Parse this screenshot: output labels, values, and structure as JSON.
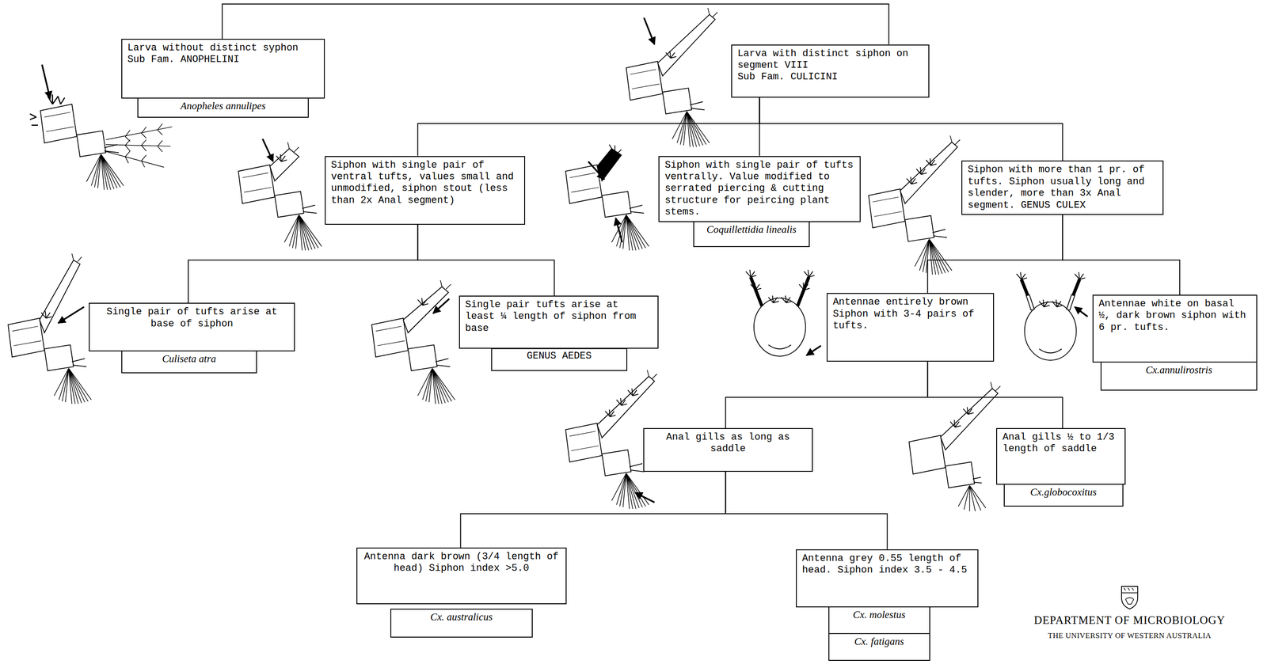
{
  "diagram": {
    "nodes": [
      {
        "text": [
          "Larva without distinct syphon",
          "Sub Fam. ANOPHELINI"
        ]
      },
      {
        "text": [
          "Anopheles annulipes"
        ]
      },
      {
        "text": [
          "Larva with distinct siphon on segment VIII",
          "Sub Fam. CULICINI"
        ]
      },
      {
        "text": [
          "Siphon with single pair of ventral tufts, values small and unmodified, siphon stout (less than 2x Anal segment)"
        ]
      },
      {
        "text": [
          "Siphon with single pair of tufts ventrally. Value modified to serrated piercing & cutting structure for peircing plant stems."
        ]
      },
      {
        "text": [
          "Coquillettidia linealis"
        ]
      },
      {
        "text": [
          "Siphon with more than 1 pr. of tufts. Siphon usually long and slender, more than 3x Anal segment. GENUS CULEX"
        ]
      },
      {
        "text": [
          "Single pair of tufts arise at base of siphon"
        ]
      },
      {
        "text": [
          "Culiseta atra"
        ]
      },
      {
        "text": [
          "Single pair tufts arise at least ¼ length of siphon from base"
        ]
      },
      {
        "text": [
          "GENUS AEDES"
        ]
      },
      {
        "text": [
          "Antennae entirely brown Siphon with 3-4 pairs of tufts."
        ]
      },
      {
        "text": [
          "Antennae white on basal ½, dark brown siphon with 6 pr. tufts."
        ]
      },
      {
        "text": [
          "Cx.annulirostris"
        ]
      },
      {
        "text": [
          "Anal gills as long as saddle"
        ]
      },
      {
        "text": [
          "Anal gills ½ to 1/3 length of saddle"
        ]
      },
      {
        "text": [
          "Cx.globocoxitus"
        ]
      },
      {
        "text": [
          "Antenna dark brown (3/4 length of head) Siphon index >5.0"
        ]
      },
      {
        "text": [
          "Cx. australicus"
        ]
      },
      {
        "text": [
          "Antenna grey 0.55 length of head. Siphon index 3.5 - 4.5"
        ]
      },
      {
        "text": [
          "Cx. molestus"
        ]
      },
      {
        "text": [
          "Cx. fatigans"
        ]
      }
    ],
    "edges": [
      {
        "from": 0,
        "to": 2,
        "arrow": "none"
      },
      {
        "from": 2,
        "to": 3,
        "arrow": "none"
      },
      {
        "from": 2,
        "to": 4,
        "arrow": "none"
      },
      {
        "from": 2,
        "to": 6,
        "arrow": "none"
      },
      {
        "from": 3,
        "to": 7,
        "arrow": "none"
      },
      {
        "from": 3,
        "to": 9,
        "arrow": "none"
      },
      {
        "from": 6,
        "to": 11,
        "arrow": "none"
      },
      {
        "from": 6,
        "to": 12,
        "arrow": "none"
      },
      {
        "from": 11,
        "to": 14,
        "arrow": "none"
      },
      {
        "from": 11,
        "to": 15,
        "arrow": "none"
      },
      {
        "from": 14,
        "to": 17,
        "arrow": "none"
      },
      {
        "from": 14,
        "to": 19,
        "arrow": "none"
      }
    ],
    "labels": [
      "DEPARTMENT OF MICROBIOLOGY",
      "THE UNIVERSITY OF WESTERN AUSTRALIA"
    ]
  }
}
